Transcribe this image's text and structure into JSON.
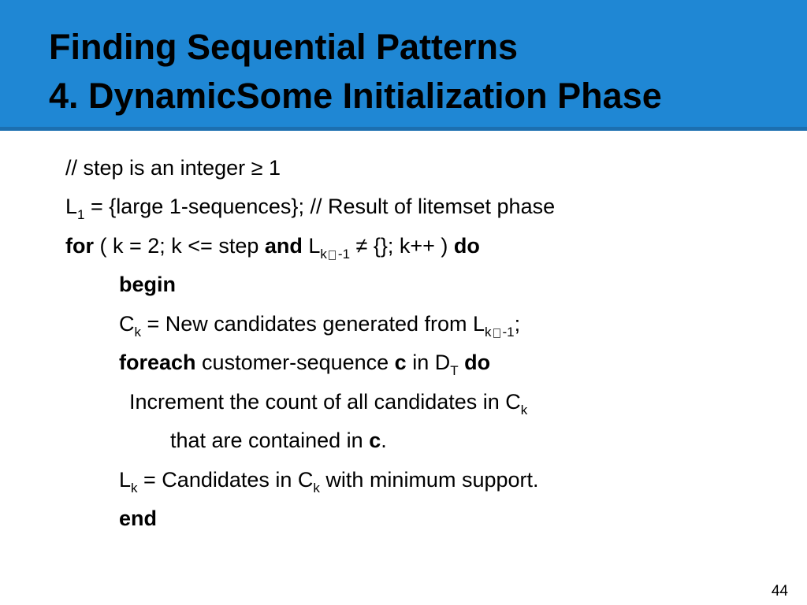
{
  "slide": {
    "title_line1": "Finding Sequential Patterns",
    "title_line2": "4. DynamicSome Initialization Phase",
    "header_color": "#1f87d4",
    "page_number": "44"
  },
  "code": {
    "line1": "// step is an integer ≥ 1",
    "line2": {
      "var": "L",
      "sub": "1",
      "rest": " = {large 1-sequences}; // Result of litemset phase"
    },
    "line3": {
      "kw_for": "for",
      "part1": " ( k = 2; k <= step ",
      "kw_and": "and",
      "var": " L",
      "sub_k": "k",
      "sub_m": "-1",
      "part2": " ≠ {}; k++ ) ",
      "kw_do": "do"
    },
    "line4": {
      "kw_begin": "begin"
    },
    "line5": {
      "var": "C",
      "sub_k": "k",
      "part1": " = New candidates generated from L",
      "sub_k2": "k",
      "sub_m": "-1",
      "part2": ";"
    },
    "line6": {
      "kw_foreach": "foreach",
      "part1": " customer-sequence ",
      "kw_c": "c",
      "part2": " in D",
      "sub_t": "T",
      "kw_do": " do"
    },
    "line7": {
      "text": "Increment the count of all candidates in C",
      "sub_k": "k"
    },
    "line8": {
      "text": "that are contained in ",
      "kw_c": "c",
      "end": "."
    },
    "line9": {
      "var": "L",
      "sub_k": "k",
      "part1": " = Candidates in C",
      "sub_k2": "k",
      "part2": " with minimum support."
    },
    "line10": {
      "kw_end": "end"
    }
  }
}
